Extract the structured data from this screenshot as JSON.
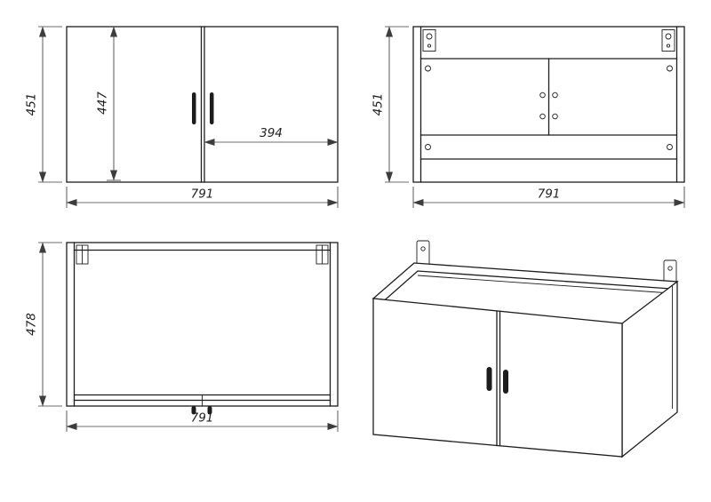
{
  "colors": {
    "line": "#1d1d1d",
    "dim": "#3c3c3c",
    "background": "#ffffff"
  },
  "views": {
    "front": {
      "height": "451",
      "inner_height": "447",
      "half_width": "394",
      "width": "791"
    },
    "back": {
      "height": "451",
      "width": "791"
    },
    "plan": {
      "depth": "478",
      "width": "791"
    }
  }
}
